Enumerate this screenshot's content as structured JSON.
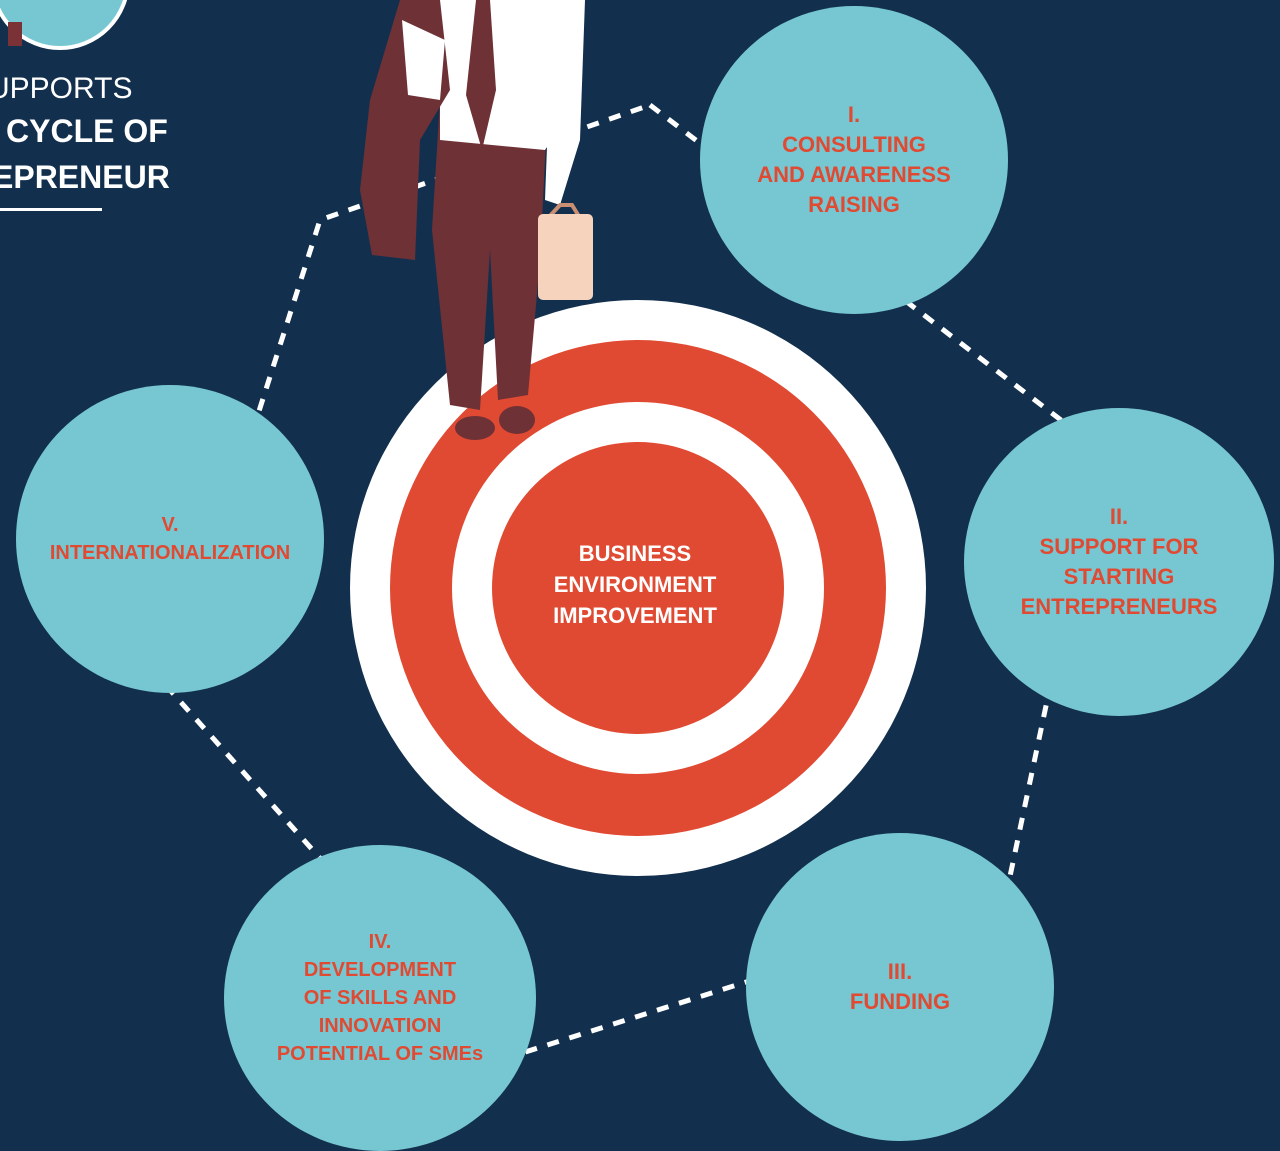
{
  "header": {
    "line1": "UPPORTS",
    "line2": "CYCLE OF",
    "line3": "EPRENEUR"
  },
  "center": {
    "label": "BUSINESS\nENVIRONMENT\nIMPROVEMENT"
  },
  "stages": [
    {
      "id": "n1",
      "label": "I.\nCONSULTING\nAND AWARENESS\nRAISING"
    },
    {
      "id": "n2",
      "label": "II.\nSUPPORT FOR\nSTARTING\nENTREPRENEURS"
    },
    {
      "id": "n3",
      "label": "III.\nFUNDING"
    },
    {
      "id": "n4",
      "label": "IV.\nDEVELOPMENT\nOF SKILLS AND\nINNOVATION\nPOTENTIAL OF SMEs"
    },
    {
      "id": "n5",
      "label": "V.\nINTERNATIONALIZATION"
    }
  ],
  "colors": {
    "background": "#12304d",
    "stage_fill": "#77c7d2",
    "stage_text": "#e04a32",
    "target_red": "#e04a32",
    "target_white": "#ffffff",
    "dashes": "#ffffff"
  },
  "icons": {
    "figure": "businessman-with-briefcase-icon",
    "logo": "cycle-badge-icon"
  }
}
